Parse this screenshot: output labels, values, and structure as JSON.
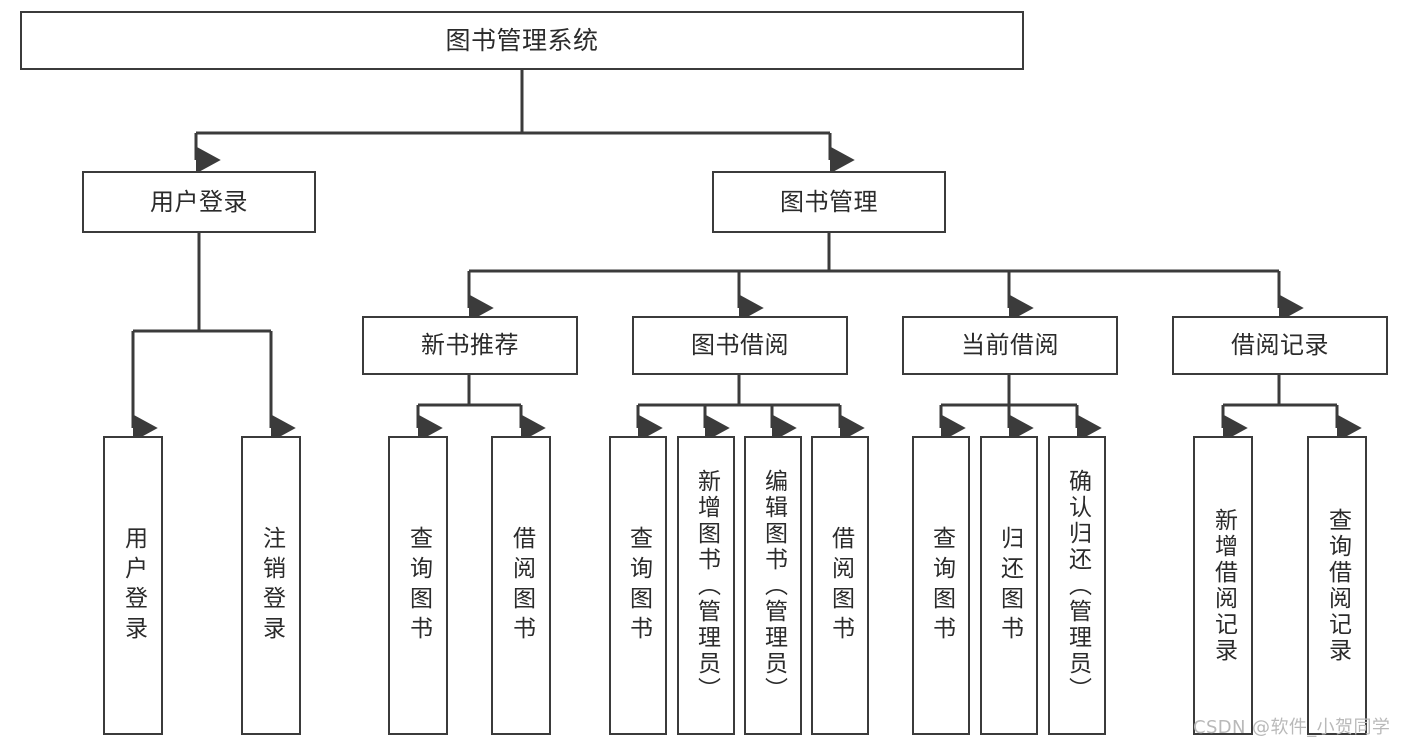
{
  "diagram": {
    "type": "tree-hierarchy",
    "title": "图书管理系统",
    "root": {
      "label": "图书管理系统"
    },
    "level2": [
      {
        "label": "用户登录"
      },
      {
        "label": "图书管理"
      }
    ],
    "level3": [
      {
        "label": "新书推荐"
      },
      {
        "label": "图书借阅"
      },
      {
        "label": "当前借阅"
      },
      {
        "label": "借阅记录"
      }
    ],
    "leaves": {
      "user_login": [
        {
          "label": "用户登录"
        },
        {
          "label": "注销登录"
        }
      ],
      "new_book_recommend": [
        {
          "label": "查询图书"
        },
        {
          "label": "借阅图书"
        }
      ],
      "book_borrow": [
        {
          "label": "查询图书"
        },
        {
          "label": "新增图书（管理员）"
        },
        {
          "label": "编辑图书（管理员）"
        },
        {
          "label": "借阅图书"
        }
      ],
      "current_borrow": [
        {
          "label": "查询图书"
        },
        {
          "label": "归还图书"
        },
        {
          "label": "确认归还（管理员）"
        }
      ],
      "borrow_record": [
        {
          "label": "新增借阅记录"
        },
        {
          "label": "查询借阅记录"
        }
      ]
    }
  },
  "watermark": {
    "text": "CSDN @软件_小贺同学"
  },
  "colors": {
    "stroke": "#3b3b3b",
    "text": "#2b2b2b",
    "background": "#ffffff",
    "watermark": "#b9b9b9"
  }
}
